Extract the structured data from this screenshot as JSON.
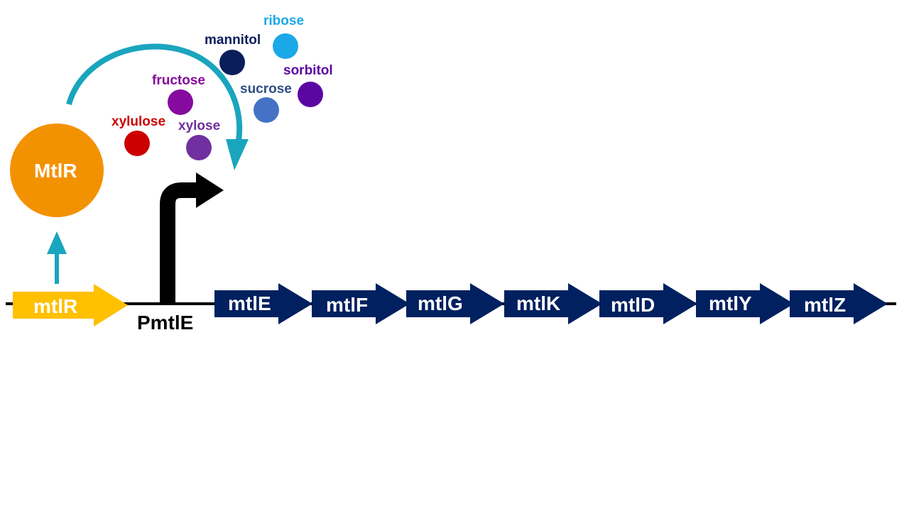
{
  "protein": {
    "label": "MtlR",
    "color": "#F39200"
  },
  "regulator_gene": {
    "label": "mtlR",
    "color": "#FFC000"
  },
  "promoter": {
    "label": "PmtlE"
  },
  "operon_color": "#002060",
  "operon_genes": [
    {
      "label": "mtlE"
    },
    {
      "label": "mtlF"
    },
    {
      "label": "mtlG"
    },
    {
      "label": "mtlK"
    },
    {
      "label": "mtlD"
    },
    {
      "label": "mtlY"
    },
    {
      "label": "mtlZ"
    }
  ],
  "arrow_color": "#1AA5BE",
  "sugars": [
    {
      "name": "ribose",
      "color": "#1AA8E8",
      "text_color": "#1AA8E8"
    },
    {
      "name": "mannitol",
      "color": "#0A1E5C",
      "text_color": "#0A1E5C"
    },
    {
      "name": "sorbitol",
      "color": "#5B06A3",
      "text_color": "#5B06A3"
    },
    {
      "name": "fructose",
      "color": "#850A9E",
      "text_color": "#850A9E"
    },
    {
      "name": "sucrose",
      "color": "#4472C4",
      "text_color": "#2E4E85"
    },
    {
      "name": "xylulose",
      "color": "#CC0000",
      "text_color": "#CC0000"
    },
    {
      "name": "xylose",
      "color": "#7030A0",
      "text_color": "#7030A0"
    }
  ]
}
